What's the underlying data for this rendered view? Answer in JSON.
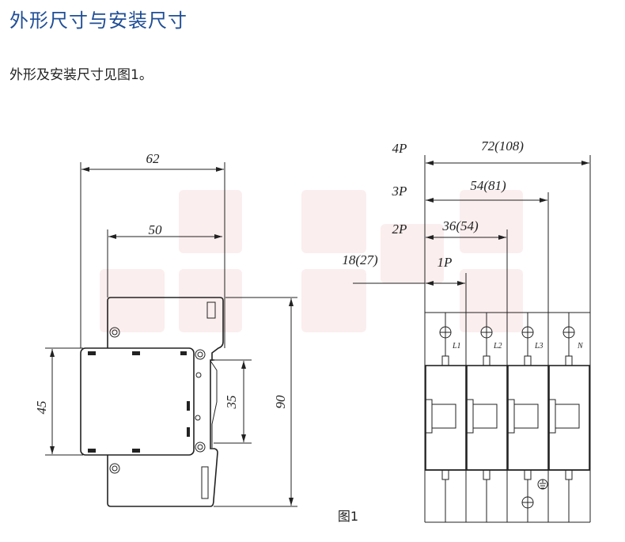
{
  "heading": "外形尺寸与安装尺寸",
  "intro": "外形及安装尺寸见图1。",
  "figure": {
    "caption": "图1",
    "side_view": {
      "width_total": "62",
      "width_inner": "50",
      "height_total": "90",
      "height_front": "45",
      "rail": "35"
    },
    "front_view": {
      "poles": [
        {
          "label": "4P",
          "dimension": "72(108)"
        },
        {
          "label": "3P",
          "dimension": "54(81)"
        },
        {
          "label": "2P",
          "dimension": "36(54)"
        },
        {
          "label": "1P",
          "dimension": "18(27)"
        }
      ],
      "terminals": [
        "L1",
        "L2",
        "L3",
        "N"
      ]
    }
  }
}
